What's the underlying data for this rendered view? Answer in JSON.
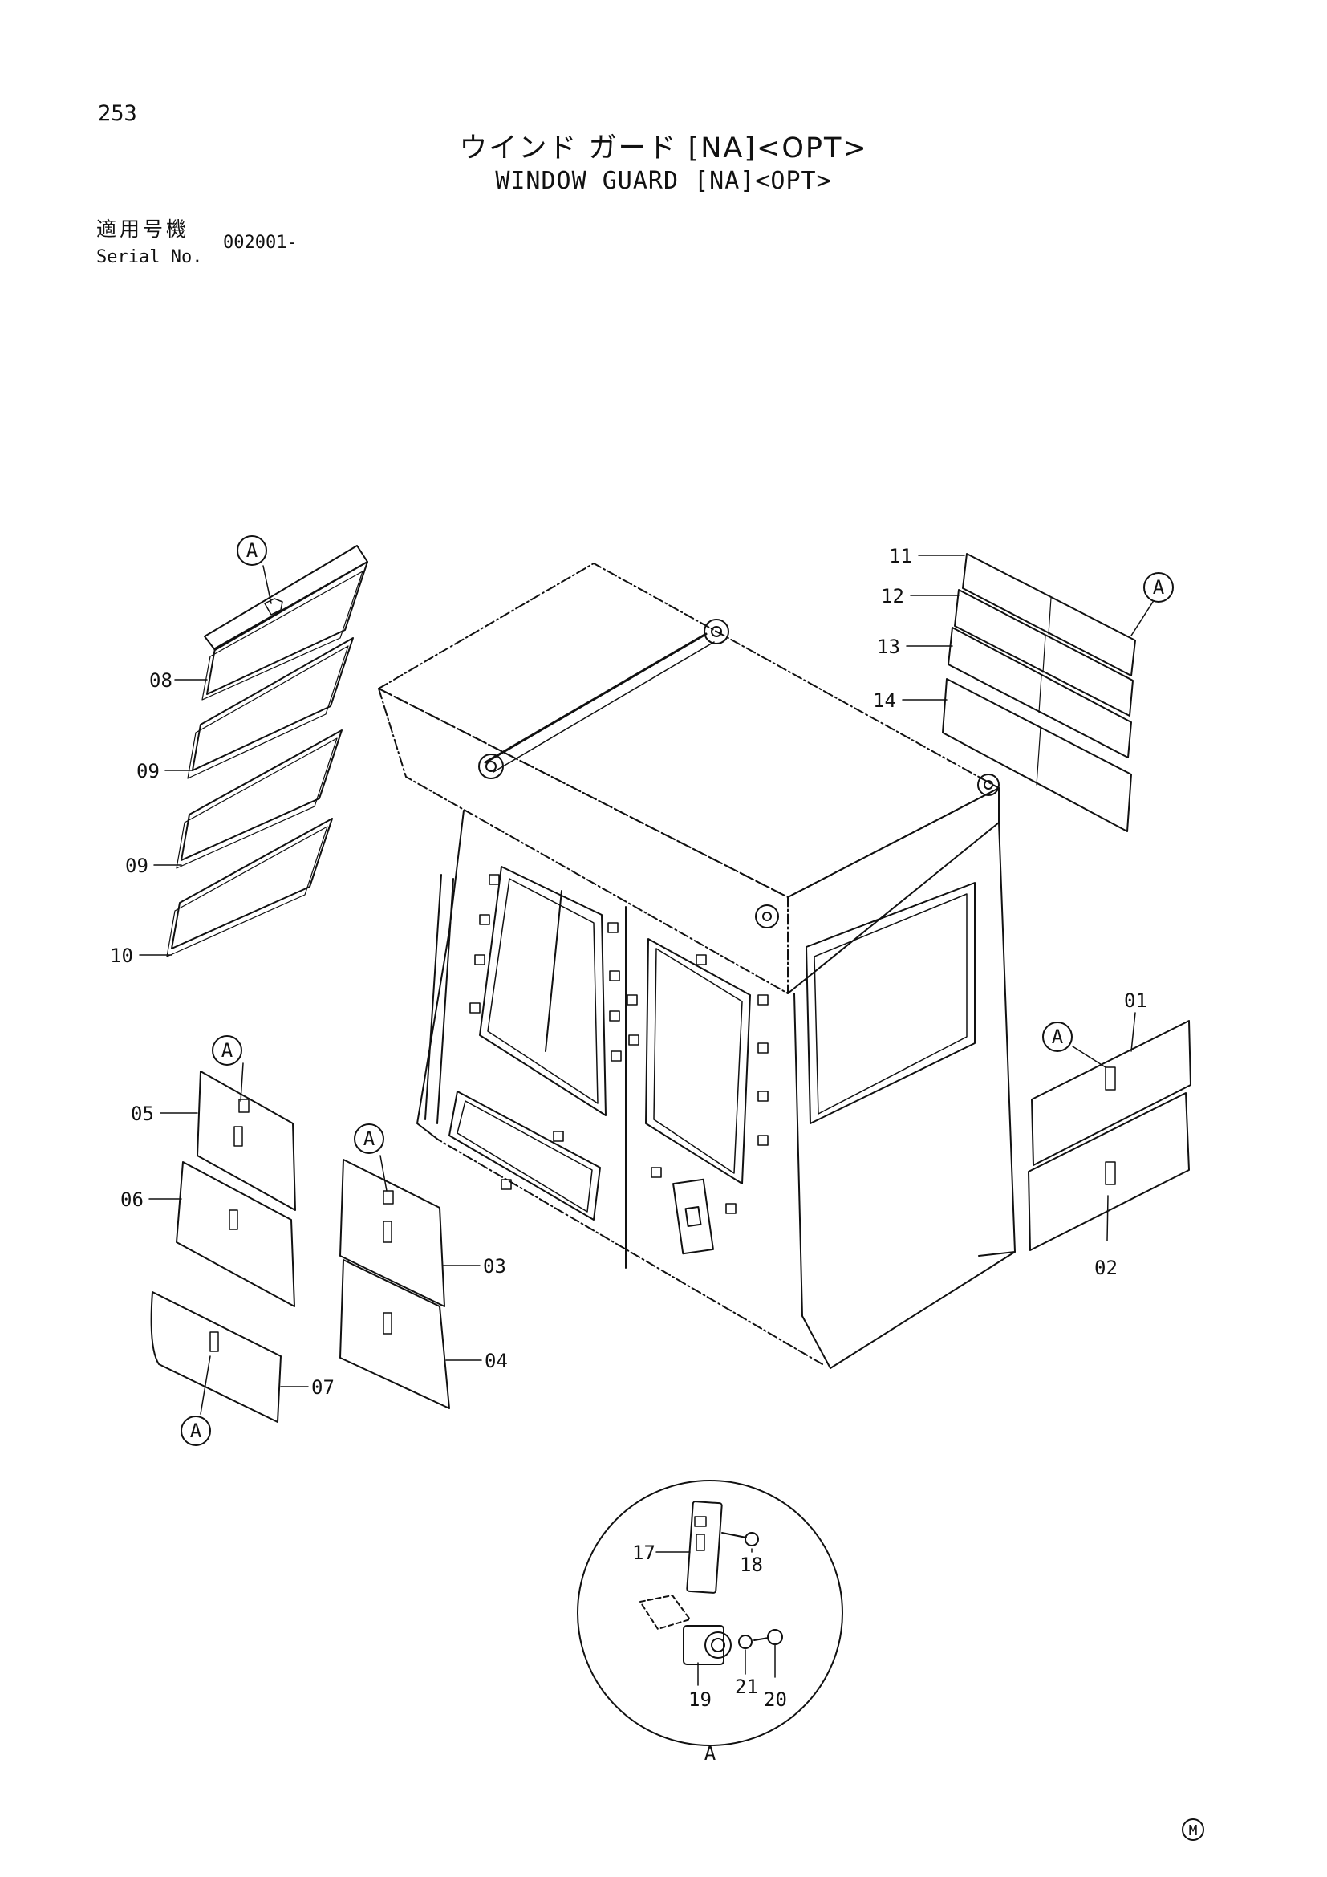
{
  "header": {
    "page_number": "253",
    "title_jp": "ウインド ガード [NA]<OPT>",
    "title_en": "WINDOW GUARD [NA]<OPT>",
    "serial_label_jp": "適用号機",
    "serial_label_en": "Serial No.",
    "serial_value": "002001-"
  },
  "callouts": {
    "p01": "01",
    "p02": "02",
    "p03": "03",
    "p04": "04",
    "p05": "05",
    "p06": "06",
    "p07": "07",
    "p08": "08",
    "p09a": "09",
    "p09b": "09",
    "p10": "10",
    "p11": "11",
    "p12": "12",
    "p13": "13",
    "p14": "14",
    "p17": "17",
    "p18": "18",
    "p19": "19",
    "p20": "20",
    "p21": "21"
  },
  "detail_refs": {
    "a1": "A",
    "a2": "A",
    "a3": "A",
    "a4": "A",
    "a5": "A",
    "a6": "A",
    "detail_label": "A"
  },
  "footer": {
    "mark": "M"
  }
}
